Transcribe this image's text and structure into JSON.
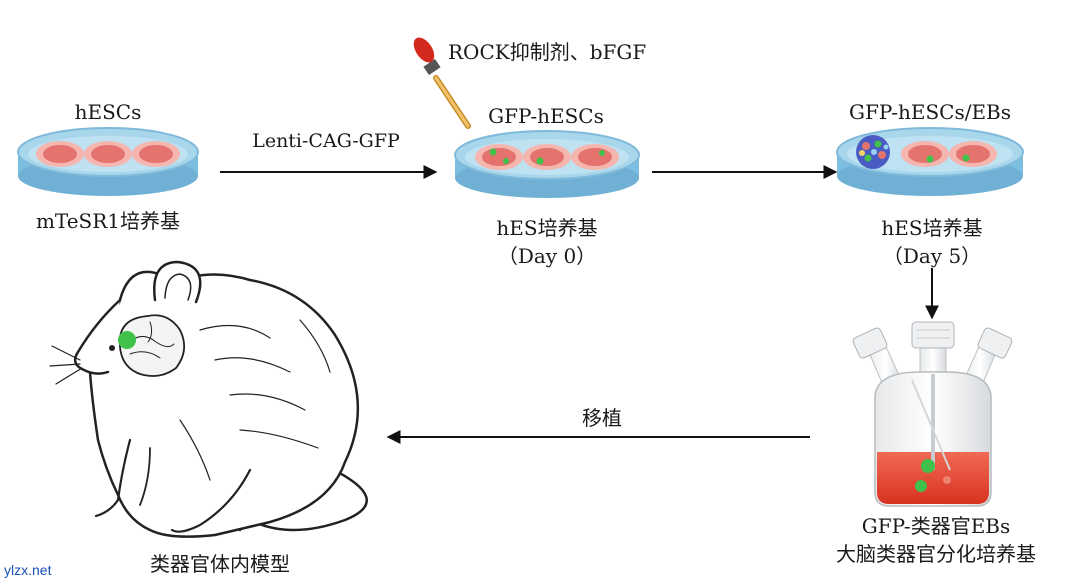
{
  "step1": {
    "cell": "hESCs",
    "medium": "mTeSR1培养基"
  },
  "arrow1_label": "Lenti-CAG-GFP",
  "step2": {
    "additive": "ROCK抑制剂、bFGF",
    "cell": "GFP-hESCs",
    "medium": "hES培养基",
    "day": "（Day 0）"
  },
  "step3": {
    "cell": "GFP-hESCs/EBs",
    "medium": "hES培养基",
    "day": "（Day 5）"
  },
  "step4": {
    "product": "GFP-类器官EBs",
    "medium": "大脑类器官分化培养基"
  },
  "arrow_back_label": "移植",
  "model_label": "类器官体内模型",
  "watermark": "ylzx.net",
  "colors": {
    "dish": "#9ccfe6",
    "dish_rim": "#6fb0d4",
    "cell": "#e5736d",
    "cell_halo": "#f4b6ae",
    "gfp": "#3fc14a",
    "medium_red": "#e0402d",
    "arrow": "#111111"
  }
}
